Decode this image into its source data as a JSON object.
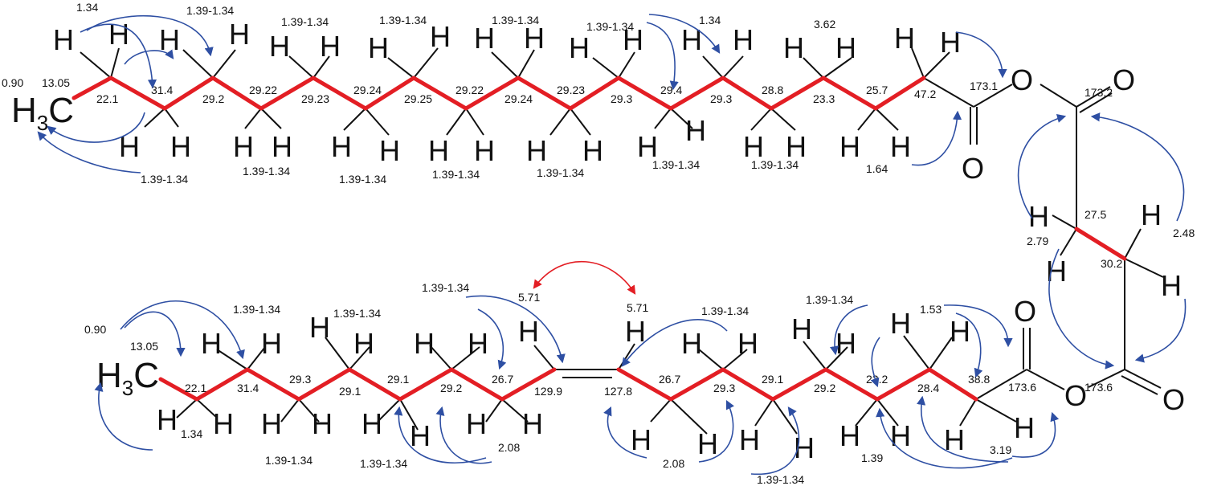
{
  "colors": {
    "chain": "#e31e24",
    "hmbc_arrow": "#2e4fa3",
    "noe_arrow": "#e31e24",
    "bond": "#111111"
  },
  "atoms": {
    "h": "H",
    "c": "C",
    "o": "O",
    "methyl_h": "H",
    "methyl_sub": "3"
  },
  "top_chain": {
    "c13": [
      "13.05",
      "22.1",
      "31.4",
      "29.2",
      "29.22",
      "29.23",
      "29.24",
      "29.25",
      "29.22",
      "29.24",
      "29.23",
      "29.3",
      "29.4",
      "29.3",
      "28.8",
      "23.3",
      "25.7",
      "47.2"
    ],
    "h1_above": [
      "0.90",
      "1.34",
      "1.39-1.34",
      "1.39-1.34",
      "1.39-1.34",
      "1.39-1.34",
      "1.39-1.34",
      "1.34",
      "3.62"
    ],
    "h1_below": [
      "1.39-1.34",
      "1.39-1.34",
      "1.39-1.34",
      "1.39-1.34",
      "1.39-1.34",
      "1.39-1.34",
      "1.39-1.34",
      "1.64"
    ],
    "carbonyl": "173.1"
  },
  "linker": {
    "c13": [
      "173.2",
      "27.5",
      "30.2",
      "173.6"
    ],
    "h1": [
      "2.79",
      "2.48"
    ]
  },
  "bottom_chain": {
    "c13": [
      "13.05",
      "22.1",
      "31.4",
      "29.3",
      "29.1",
      "29.1",
      "29.2",
      "26.7",
      "129.9",
      "127.8",
      "26.7",
      "29.3",
      "29.1",
      "29.2",
      "23.2",
      "28.4",
      "38.8"
    ],
    "h1_above": [
      "0.90",
      "1.39-1.34",
      "1.39-1.34",
      "1.39-1.34",
      "5.71",
      "5.71",
      "1.39-1.34",
      "1.39-1.34",
      "1.53"
    ],
    "h1_below": [
      "1.34",
      "1.39-1.34",
      "1.39-1.34",
      "2.08",
      "2.08",
      "1.39-1.34",
      "1.39",
      "3.19"
    ],
    "carbonyl": "173.6"
  }
}
